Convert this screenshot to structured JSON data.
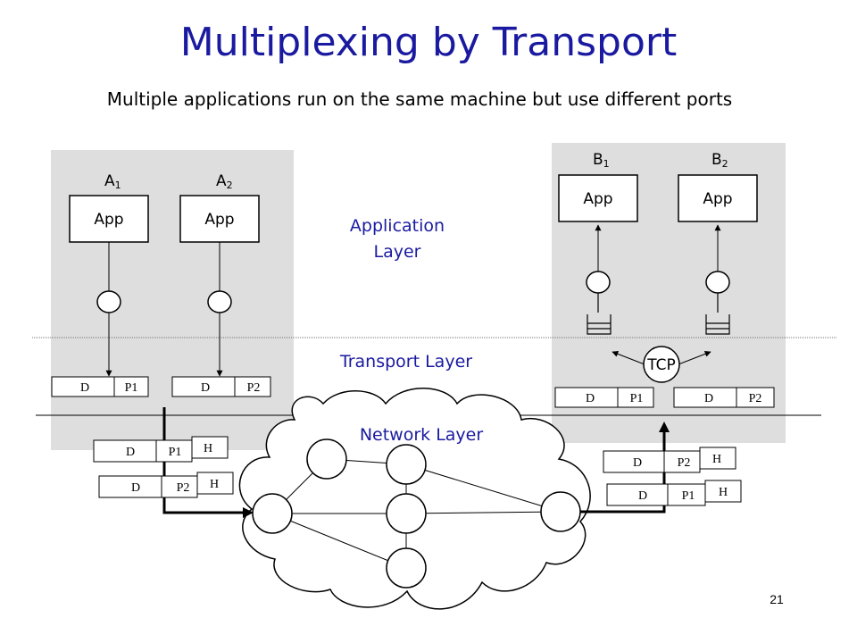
{
  "slide": {
    "title": "Multiplexing by Transport",
    "subtitle": "Multiple applications run on the same machine but use different ports",
    "page_number": "21"
  },
  "layers": {
    "application_line1": "Application",
    "application_line2": "Layer",
    "transport": "Transport Layer",
    "network": "Network Layer"
  },
  "host_a": {
    "app1": {
      "name": "A",
      "sub": "1",
      "label": "App"
    },
    "app2": {
      "name": "A",
      "sub": "2",
      "label": "App"
    },
    "seg1": {
      "d": "D",
      "port": "P1"
    },
    "seg2": {
      "d": "D",
      "port": "P2"
    }
  },
  "host_b": {
    "app1": {
      "name": "B",
      "sub": "1",
      "label": "App"
    },
    "app2": {
      "name": "B",
      "sub": "2",
      "label": "App"
    },
    "tcp": "TCP",
    "seg1": {
      "d": "D",
      "port": "P1"
    },
    "seg2": {
      "d": "D",
      "port": "P2"
    }
  },
  "packets_left": [
    {
      "d": "D",
      "port": "P1",
      "h": "H"
    },
    {
      "d": "D",
      "port": "P2",
      "h": "H"
    }
  ],
  "packets_right": [
    {
      "d": "D",
      "port": "P2",
      "h": "H"
    },
    {
      "d": "D",
      "port": "P1",
      "h": "H"
    }
  ]
}
